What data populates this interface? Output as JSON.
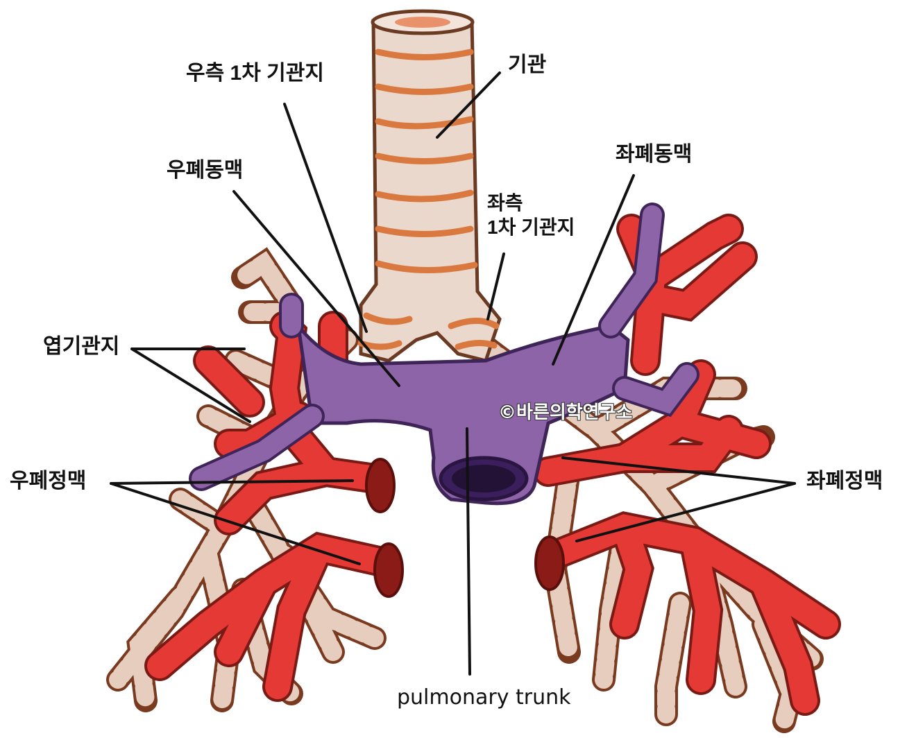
{
  "labels": {
    "trachea": "기관",
    "right_main_bronchus": "우측 1차 기관지",
    "right_pulmonary_artery": "우폐동맥",
    "left_pulmonary_artery": "좌폐동맥",
    "left_main_bronchus_line1": "좌측",
    "left_main_bronchus_line2": "1차 기관지",
    "lobar_bronchi": "엽기관지",
    "right_pulmonary_veins": "우폐정맥",
    "left_pulmonary_veins": "좌폐정맥",
    "pulmonary_trunk": "pulmonary trunk"
  },
  "watermark": "©바른의학연구소",
  "colors": {
    "artery_purple": "#8e64a8",
    "vein_red": "#e53935",
    "bronchus_cream": "#ead8cc",
    "cartilage_orange": "#d9793f",
    "outline": "#5a2a1a",
    "leader_line": "#111111"
  }
}
